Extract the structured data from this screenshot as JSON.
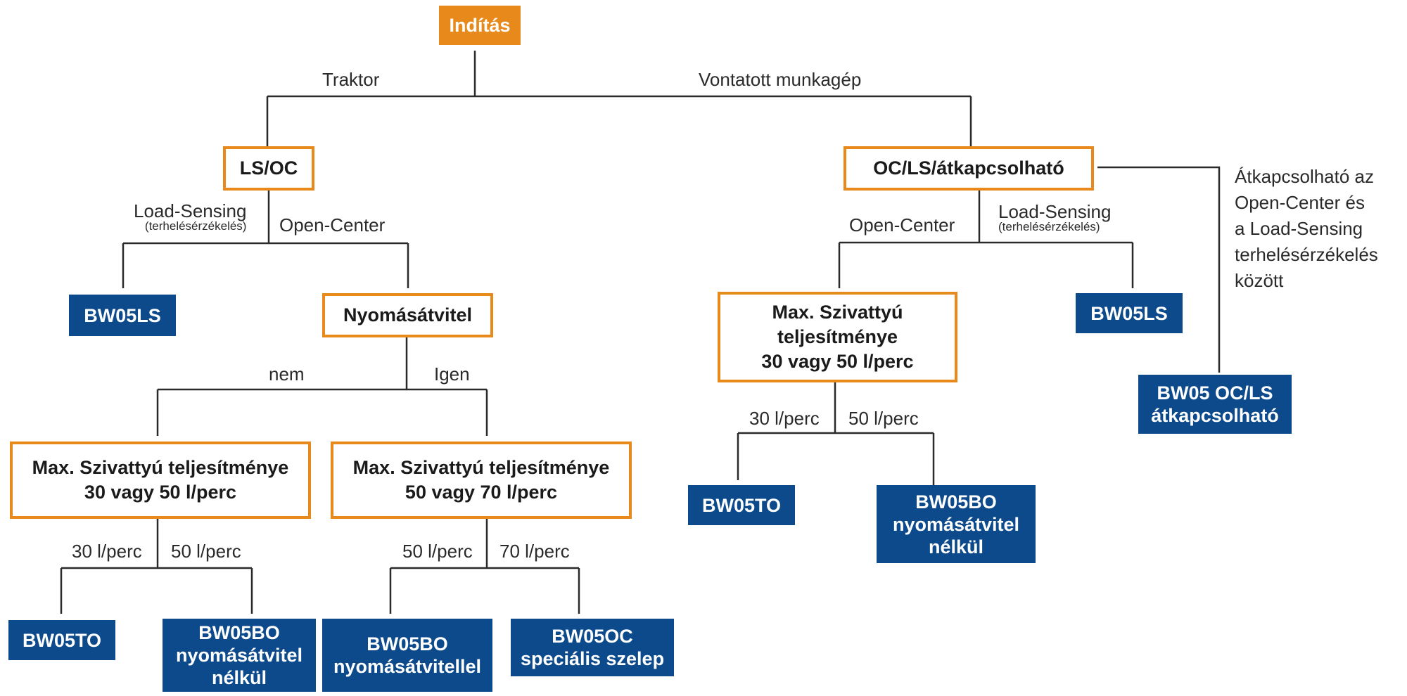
{
  "start": {
    "label": "Indítás"
  },
  "branch_labels": {
    "tractor": "Traktor",
    "towed": "Vontatott munkagép"
  },
  "tractor": {
    "decision": "LS/OC",
    "load_sensing": {
      "label": "Load-Sensing",
      "sub": "(terhelésérzékelés)"
    },
    "open_center": "Open-Center",
    "result_ls": "BW05LS",
    "pressure_decision": "Nyomásátvitel",
    "nem": "nem",
    "igen": "Igen",
    "pump_left": {
      "line1": "Max. Szivattyú teljesítménye",
      "line2": "30 vagy 50 l/perc"
    },
    "pump_right": {
      "line1": "Max. Szivattyú teljesítménye",
      "line2": "50 vagy 70 l/perc"
    },
    "left_30": "30 l/perc",
    "left_50": "50 l/perc",
    "right_50": "50 l/perc",
    "right_70": "70 l/perc",
    "res_to": "BW05TO",
    "res_bo_no": {
      "line1": "BW05BO",
      "line2": "nyomásátvitel",
      "line3": "nélkül"
    },
    "res_bo_with": {
      "line1": "BW05BO",
      "line2": "nyomásátvitellel"
    },
    "res_oc": {
      "line1": "BW05OC",
      "line2": "speciális szelep"
    }
  },
  "towed": {
    "decision": "OC/LS/átkapcsolható",
    "open_center": "Open-Center",
    "load_sensing": {
      "label": "Load-Sensing",
      "sub": "(terhelésérzékelés)"
    },
    "pump": {
      "line1": "Max. Szivattyú",
      "line2": "teljesítménye",
      "line3": "30 vagy 50 l/perc"
    },
    "result_ls": "BW05LS",
    "l30": "30 l/perc",
    "l50": "50 l/perc",
    "res_to": "BW05TO",
    "res_bo": {
      "line1": "BW05BO",
      "line2": "nyomásátvitel",
      "line3": "nélkül"
    },
    "switchable_note": {
      "line1": "Átkapcsolható az",
      "line2": "Open-Center és",
      "line3": "a Load-Sensing",
      "line4": "terhelésérzékelés",
      "line5": "között"
    },
    "res_switchable": {
      "line1": "BW05 OC/LS",
      "line2": "átkapcsolható"
    }
  },
  "colors": {
    "orange": "#e8891c",
    "blue": "#0c4a8c",
    "line": "#2a2a2a",
    "text": "#2a2a2a"
  }
}
